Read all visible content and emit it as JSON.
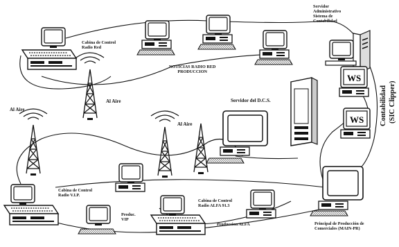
{
  "labels": {
    "cabina_red": "Cabina de Control\nRadio Red",
    "noticias": "NOTICIAS RADIO RED\nPRODUCCION",
    "servidor_admin": "Servidor\nAdministrativo\nSistema de\nContabilidad",
    "al_aire_center": "Al Aire",
    "al_aire_left": "Al Aire",
    "al_aire_right": "Al Aire",
    "servidor_dcs": "Servidor del D.C.S.",
    "cabina_vip": "Cabina de Control\nRadio V.I.P.",
    "produc_vip": "Produc.\nVIP",
    "cabina_alfa": "Cabina de Control\nRadio ALFA 91.3",
    "produccion_alfa": "Produccion ALFA",
    "principal": "Principal de Producción de\nComerciales (MAIN-PR)",
    "contabilidad_line1": "Contabilidad",
    "contabilidad_line2": "(SIC Clipper)",
    "screen_ws1": "WS",
    "screen_ws2": "WS"
  }
}
